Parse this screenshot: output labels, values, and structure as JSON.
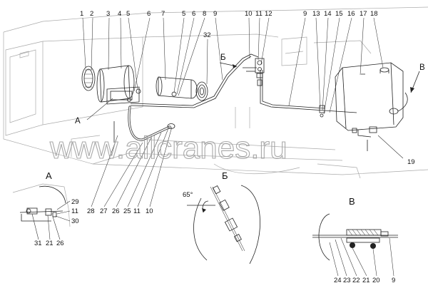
{
  "labels_top": [
    "1",
    "2",
    "3",
    "4",
    "5",
    "6",
    "7",
    "5",
    "6",
    "8",
    "9",
    "10",
    "11",
    "12",
    "9",
    "13",
    "14",
    "15",
    "16",
    "17",
    "18"
  ],
  "labels_main": {
    "n32": "32",
    "n19": "19",
    "a": "А",
    "b": "Б",
    "v": "В"
  },
  "labels_bottom": [
    "28",
    "27",
    "26",
    "25",
    "11",
    "10"
  ],
  "watermark": "www.allcranes.ru",
  "view_a": {
    "title": "А",
    "labels": [
      "29",
      "11",
      "30",
      "31",
      "21",
      "26"
    ]
  },
  "view_b": {
    "title": "Б",
    "angle": "65°"
  },
  "view_v": {
    "title": "В",
    "labels": [
      "24",
      "23",
      "22",
      "21",
      "20",
      "9"
    ]
  }
}
